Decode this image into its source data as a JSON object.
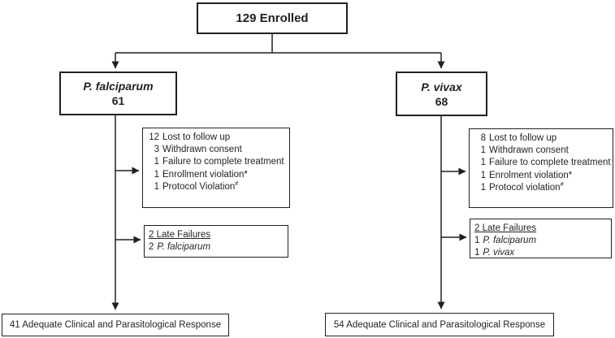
{
  "enrolled": {
    "label": "129 Enrolled"
  },
  "left_arm": {
    "species": "P. falciparum",
    "count": "61"
  },
  "right_arm": {
    "species": "P. vivax",
    "count": "68"
  },
  "left_exclusions": {
    "items": [
      {
        "n": "12",
        "label": "Lost to follow up"
      },
      {
        "n": "3",
        "label": "Withdrawn consent"
      },
      {
        "n": "1",
        "label": "Failure to complete treatment"
      },
      {
        "n": "1",
        "label": "Enrollment violation*"
      },
      {
        "n": "1",
        "label": "Protocol Violation",
        "sup": "≠"
      }
    ]
  },
  "right_exclusions": {
    "items": [
      {
        "n": "8",
        "label": "Lost to follow up"
      },
      {
        "n": "1",
        "label": "Withdrawn consent"
      },
      {
        "n": "1",
        "label": "Failure to complete treatment"
      },
      {
        "n": "1",
        "label": "Enrolment violation*"
      },
      {
        "n": "1",
        "label": "Protocol violation",
        "sup": "≠"
      }
    ]
  },
  "left_late_failures": {
    "title": "2 Late Failures",
    "items": [
      {
        "n": "2",
        "species": "P. falciparum"
      }
    ]
  },
  "right_late_failures": {
    "title": "2 Late Failures",
    "items": [
      {
        "n": "1",
        "species": "P. falciparum"
      },
      {
        "n": "1",
        "species": "P. vivax"
      }
    ]
  },
  "left_outcome": {
    "label": "41 Adequate Clinical and Parasitological Response"
  },
  "right_outcome": {
    "label": "54 Adequate Clinical and Parasitological Response"
  },
  "colors": {
    "line": "#231f20",
    "box_border": "#231f20",
    "background": "#ffffff",
    "text": "#231f20"
  }
}
